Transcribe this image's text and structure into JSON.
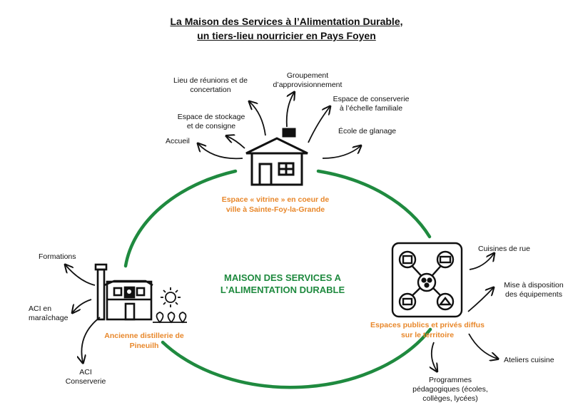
{
  "title": {
    "line1": "La Maison des Services à l’Alimentation Durable,",
    "line2": "un tiers-lieu nourricier en Pays Foyen"
  },
  "center": {
    "line1": "MAISON DES SERVICES A",
    "line2": "L’ALIMENTATION DURABLE"
  },
  "nodes": {
    "vitrine": {
      "label": "Espace « vitrine » en coeur de ville à Sainte-Foy-la-Grande",
      "services": [
        "Accueil",
        "Espace de stockage et de consigne",
        "Lieu de réunions et de concertation",
        "Groupement d’approvisionnement",
        "Espace de conserverie à l’échelle familiale",
        "École de glanage"
      ]
    },
    "distillerie": {
      "label": "Ancienne distillerie de Pineuilh",
      "services": [
        "Formations",
        "ACI en maraîchage",
        "ACI Conserverie"
      ]
    },
    "espaces": {
      "label": "Espaces publics et privés diffus sur le territoire",
      "services": [
        "Cuisines de rue",
        "Mise à disposition des équipements",
        "Ateliers cuisine",
        "Programmes pédagogiques (écoles, collèges, lycées)"
      ]
    }
  },
  "colors": {
    "accent_green": "#1f8a3f",
    "accent_orange": "#e8872a",
    "ink": "#111111"
  }
}
